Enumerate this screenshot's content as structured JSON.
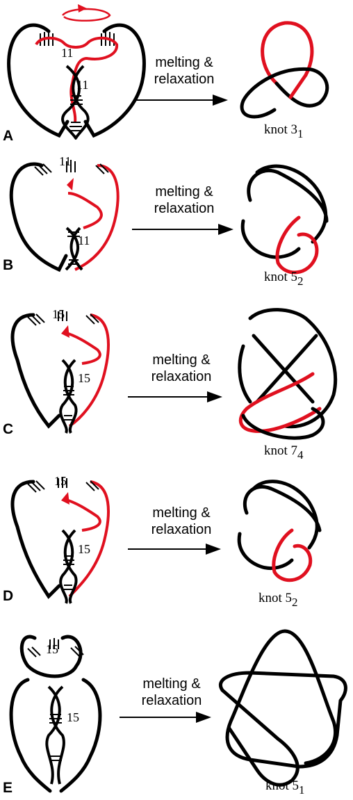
{
  "colors": {
    "black": "#000000",
    "red": "#e0101f",
    "background": "#ffffff"
  },
  "panels": [
    {
      "letter": "A",
      "label_line1": "melting &",
      "label_line2": "relaxation",
      "knot_name": "knot 3",
      "knot_sub": "1",
      "helix_numbers": [
        "11",
        "11"
      ]
    },
    {
      "letter": "B",
      "label_line1": "melting &",
      "label_line2": "relaxation",
      "knot_name": "knot 5",
      "knot_sub": "2",
      "helix_numbers": [
        "11",
        "11"
      ]
    },
    {
      "letter": "C",
      "label_line1": "melting &",
      "label_line2": "relaxation",
      "knot_name": "knot 7",
      "knot_sub": "4",
      "helix_numbers": [
        "15",
        "15"
      ]
    },
    {
      "letter": "D",
      "label_line1": "melting &",
      "label_line2": "relaxation",
      "knot_name": "knot 5",
      "knot_sub": "2",
      "helix_numbers": [
        "15",
        "15"
      ]
    },
    {
      "letter": "E",
      "label_line1": "melting &",
      "label_line2": "relaxation",
      "knot_name": "knot 5",
      "knot_sub": "1",
      "helix_numbers": [
        "15",
        "15"
      ]
    }
  ]
}
